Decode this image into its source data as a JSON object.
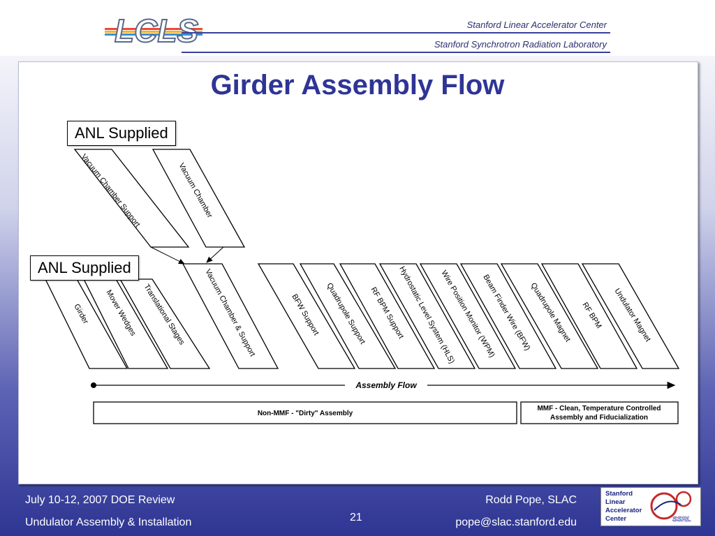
{
  "header": {
    "logo_text": "LCLS",
    "org_line1": "Stanford Linear Accelerator Center",
    "org_line2": "Stanford Synchrotron Radiation Laboratory"
  },
  "title": "Girder Assembly Flow",
  "callouts": {
    "top": "ANL Supplied",
    "left": "ANL Supplied"
  },
  "upper_items": [
    "Vacuum Chamber Support",
    "Vacuum Chamber"
  ],
  "lower_items": [
    "Girder",
    "Mover Wedges",
    "Translational Stages",
    "Vacuum Chamber & Support",
    "BFW Support",
    "Quadrupole Support",
    "RF BPM Support",
    "Hydrostatic Level System (HLS)",
    "Wire Position Monitor (WPM)",
    "Beam Finder Wire (BFW)",
    "Quadrupole Magnet",
    "RF BPM",
    "Undulator Magnet"
  ],
  "flow_label": "Assembly Flow",
  "zones": {
    "dirty": "Non-MMF - \"Dirty\" Assembly",
    "clean_line1": "MMF - Clean, Temperature Controlled",
    "clean_line2": "Assembly and Fiducialization"
  },
  "footer": {
    "left_line1": "July 10-12, 2007 DOE Review",
    "left_line2": "Undulator Assembly & Installation",
    "page": "21",
    "right_line1": "Rodd Pope, SLAC",
    "right_line2": "pope@slac.stanford.edu"
  },
  "slac_logo": {
    "line1": "Stanford",
    "line2": "Linear",
    "line3": "Accelerator",
    "line4": "Center",
    "badge": "SSRL"
  },
  "colors": {
    "title": "#2f3594",
    "footer_bg": "#2e3593",
    "header_line": "#3a3f9c"
  }
}
